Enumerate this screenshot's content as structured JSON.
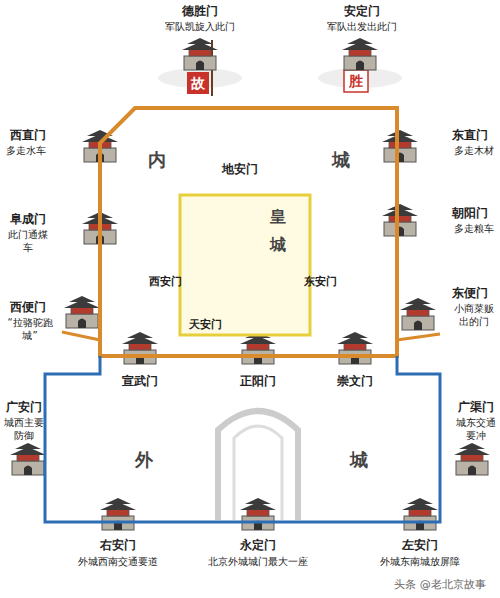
{
  "diagram": {
    "nodes": [
      {
        "text": [
          "内",
          "城"
        ]
      },
      {
        "text": [
          "皇",
          "城"
        ],
        "in": 0
      },
      {
        "text": [
          "外",
          "城"
        ]
      }
    ],
    "labels": [
      "德胜门",
      "军队凯旋入此门",
      "故",
      "安定门",
      "军队出发出此门",
      "胜",
      "西直门",
      "多走水车",
      "东直门",
      "多走木材",
      "阜成门",
      "此门通煤车",
      "朝阳门",
      "多走粮车",
      "地安门",
      "西安门",
      "东安门",
      "西便门",
      "“拉骆驼跑城”",
      "天安门",
      "东便门",
      "小商菜贩出的门",
      "广安门",
      "城西主要防御",
      "宣武门",
      "正阳门",
      "崇文门",
      "广渠门",
      "城东交通要冲",
      "右安门",
      "外城西南交通要道",
      "永定门",
      "北京外城城门最大一座",
      "左安门",
      "外城东南城放屏障",
      "头条 @老北京故事"
    ]
  }
}
